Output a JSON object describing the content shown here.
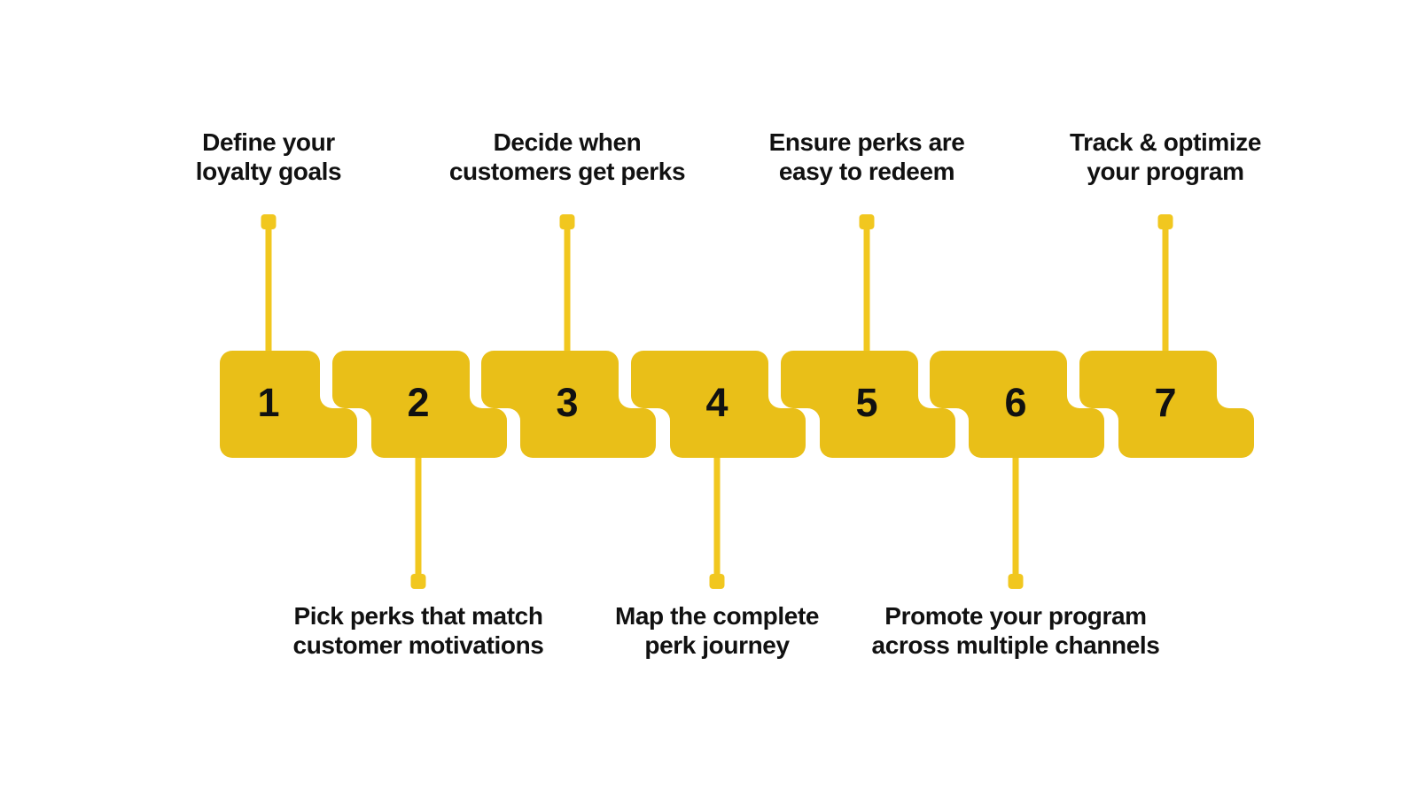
{
  "colors": {
    "block": "#e9bf18",
    "connector": "#f1c71f",
    "text": "#111111",
    "background": "#ffffff"
  },
  "steps": [
    {
      "number": "1",
      "label_position": "top",
      "label_lines": [
        "Define your",
        "loyalty goals"
      ]
    },
    {
      "number": "2",
      "label_position": "bottom",
      "label_lines": [
        "Pick perks that match",
        "customer motivations"
      ]
    },
    {
      "number": "3",
      "label_position": "top",
      "label_lines": [
        "Decide when",
        "customers get perks"
      ]
    },
    {
      "number": "4",
      "label_position": "bottom",
      "label_lines": [
        "Map the complete",
        "perk journey"
      ]
    },
    {
      "number": "5",
      "label_position": "top",
      "label_lines": [
        "Ensure perks are",
        "easy to redeem"
      ]
    },
    {
      "number": "6",
      "label_position": "bottom",
      "label_lines": [
        "Promote your program",
        "across multiple channels"
      ]
    },
    {
      "number": "7",
      "label_position": "top",
      "label_lines": [
        "Track & optimize",
        "your program"
      ]
    }
  ]
}
